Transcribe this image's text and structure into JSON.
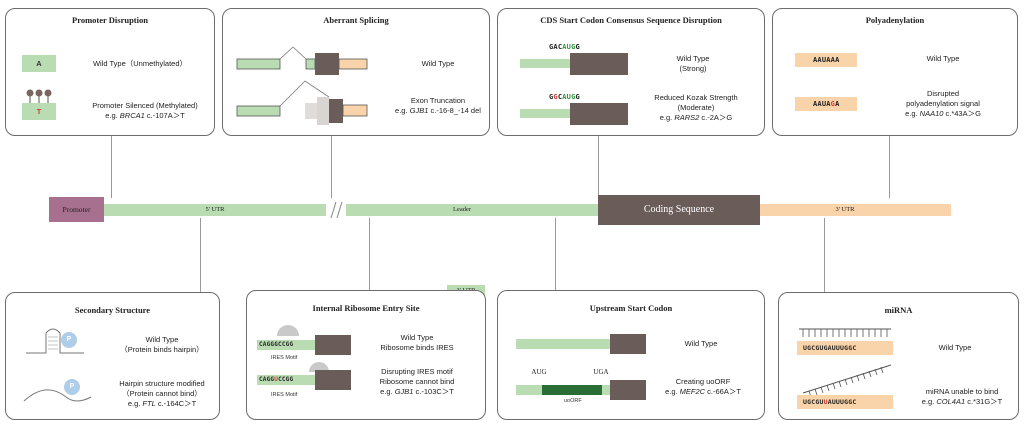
{
  "track": {
    "promoter": "Promoter",
    "utr5": "5' UTR",
    "leader": "Leader",
    "coding": "Coding Sequence",
    "utr3": "3' UTR",
    "utr3_tag": "3' UTR"
  },
  "panels": {
    "promoter": {
      "title": "Promoter Disruption",
      "a_letter": "A",
      "wt": "Wild Type（Unmethylated）",
      "t_letter": "T",
      "silenced": "Promoter Silenced (Methylated)",
      "example_prefix": "e.g. ",
      "example_gene": "BRCA1",
      "example_var": " c.-107A＞T"
    },
    "splicing": {
      "title": "Aberrant Splicing",
      "wt": "Wild Type",
      "trunc": "Exon Truncation",
      "example_prefix": "e.g. ",
      "example_gene": "GJB1",
      "example_var": " c.-16-8_-14 del"
    },
    "cds": {
      "title": "CDS Start Codon Consensus Sequence Disruption",
      "seq1": "GACAUGG",
      "seq2": "GGCAUGG",
      "wt1": "Wild Type",
      "wt2": "(Strong)",
      "red1": "Reduced Kozak Strength",
      "red2": "(Moderate)",
      "example_prefix": "e.g. ",
      "example_gene": "RARS2",
      "example_var": " c.-2A＞G"
    },
    "polya": {
      "title": "Polyadenylation",
      "seq1": "AAUAAA",
      "seq2": "AAUAGA",
      "wt": "Wild Type",
      "dis1": "Disrupted",
      "dis2": "polyadenylation signal",
      "example_prefix": "e.g. ",
      "example_gene": "NAA10",
      "example_var": " c.*43A＞G"
    },
    "secondary": {
      "title": "Secondary Structure",
      "p": "P",
      "wt1": "Wild Type",
      "wt2": "（Protein binds hairpin）",
      "mod1": "Hairpin structure modified",
      "mod2": "（Protein cannot bind）",
      "example_prefix": "e.g. ",
      "example_gene": "FTL",
      "example_var": " c.-164C＞T"
    },
    "ires": {
      "title": "Internal Ribosome Entry Site",
      "seq1": "CAGGGCCGG",
      "seq2": "CAGGUCCGG",
      "motif": "IRES Motif",
      "wt1": "Wild Type",
      "wt2": "Ribosome binds IRES",
      "dis1": "Disrupting IRES motif",
      "dis2": "Ribosome cannot bind",
      "example_prefix": "e.g. ",
      "example_gene": "GJB1",
      "example_var": " c.-103C＞T"
    },
    "uorf": {
      "title": "Upstream Start Codon",
      "wt": "Wild Type",
      "aug": "AUG",
      "uga": "UGA",
      "uorf": "uoORF",
      "creating": "Creating uoORF",
      "example_prefix": "e.g. ",
      "example_gene": "MEF2C",
      "example_var": " c.-66A＞T"
    },
    "mirna": {
      "title": "miRNA",
      "seq1": "UGCGUGAUUUGGC",
      "seq2": "UGCGUUAUUUGGC",
      "wt": "Wild Type",
      "unable": "miRNA unable to bind",
      "example_prefix": "e.g. ",
      "example_gene": "COL4A1",
      "example_var": " c.*31G＞T"
    }
  },
  "colors": {
    "utr_green": "#b9dcb3",
    "utr_peach": "#f9d3a9",
    "coding_dark": "#6a5d59",
    "promoter_mauve": "#a7708e",
    "uorf_dark_green": "#2a6e36"
  }
}
